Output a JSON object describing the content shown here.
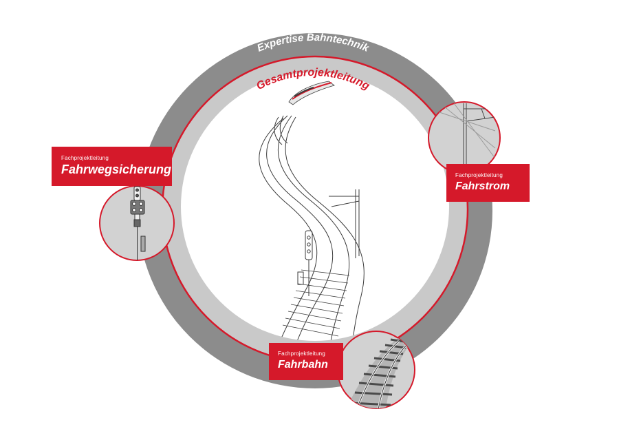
{
  "colors": {
    "accent_red": "#d5192a",
    "outer_ring": "#8c8c8c",
    "inner_ring": "#c9c9c9",
    "inset_circle": "#d2d2d2",
    "line_art": "#3a3a3a"
  },
  "ring": {
    "outer_title": "Expertise Bahntechnik",
    "inner_title": "Gesamtprojektleitung"
  },
  "boxes": {
    "fahrwegsicherung": {
      "sub": "Fachprojektleitung",
      "main": "Fahrwegsicherung"
    },
    "fahrstrom": {
      "sub": "Fachprojektleitung",
      "main": "Fahrstrom"
    },
    "fahrbahn": {
      "sub": "Fachprojektleitung",
      "main": "Fahrbahn"
    }
  },
  "icons": {
    "center": "railway-track-illustration",
    "signal": "railway-signal-icon",
    "catenary": "overhead-line-mast-icon",
    "track": "track-sleepers-icon"
  }
}
